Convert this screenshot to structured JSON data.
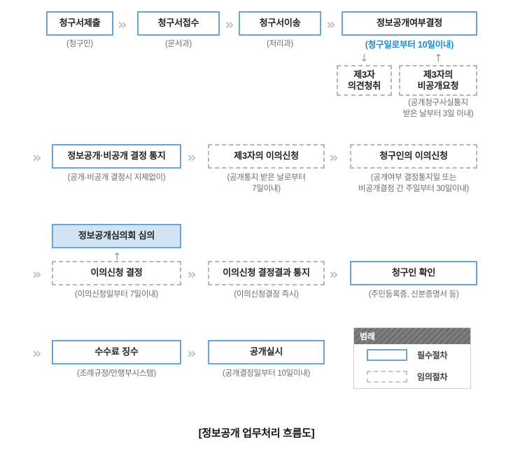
{
  "figure": {
    "title": "[정보공개 업무처리 흐름도]"
  },
  "colors": {
    "required_border": "#6aa5d4",
    "optional_border": "#b6b6b6",
    "highlight_fill": "#d2e4f3",
    "accent_text": "#1a8ad4",
    "caption_text": "#6d6d6d",
    "chevron": "#c3c3c3",
    "legend_header": "#6e6e6e"
  },
  "rows": [
    {
      "id": "row-1",
      "nodes": [
        {
          "label": "청구서제출",
          "caption": "(청구인)",
          "type": "required"
        },
        {
          "label": "청구서접수",
          "caption": "(문서과)",
          "type": "required"
        },
        {
          "label": "청구서이송",
          "caption": "(처리과)",
          "type": "required"
        },
        {
          "label": "정보공개여부결정",
          "caption": "(청구일로부터 10일이내)",
          "type": "required",
          "caption_style": "accent"
        }
      ]
    },
    {
      "id": "row-1-sub",
      "nodes": [
        {
          "label": "제3자\n의견청취",
          "caption": "",
          "type": "optional"
        },
        {
          "label": "제3자의\n비공개요청",
          "caption": "(공개청구사실통지\n받은 날부터 3일 이내)",
          "type": "optional"
        }
      ]
    },
    {
      "id": "row-2",
      "nodes": [
        {
          "label": "정보공개·비공개 결정 통지",
          "caption": "(공개·비공개 결정시 지체없이)",
          "type": "required"
        },
        {
          "label": "제3자의 이의신청",
          "caption": "(공개통지 받은 날로부터\n7일이내)",
          "type": "optional"
        },
        {
          "label": "청구인의 이의신청",
          "caption": "(공개여부 결정통지일 또는\n비공개결정 간 주일부터 30일이내)",
          "type": "optional"
        }
      ]
    },
    {
      "id": "row-3",
      "nodes": [
        {
          "label": "정보공개심의회 심의",
          "caption": "",
          "type": "highlight"
        }
      ]
    },
    {
      "id": "row-4",
      "nodes": [
        {
          "label": "이의신청 결정",
          "caption": "(이의신청일부터 7일이내)",
          "type": "optional"
        },
        {
          "label": "이의신청 결정결과 통지",
          "caption": "(이의신청결정 즉시)",
          "type": "optional"
        },
        {
          "label": "청구인 확인",
          "caption": "(주민등록증, 신분증명서 등)",
          "type": "required"
        }
      ]
    },
    {
      "id": "row-5",
      "nodes": [
        {
          "label": "수수료 징수",
          "caption": "(조례규정/안행부시스템)",
          "type": "required"
        },
        {
          "label": "공개실시",
          "caption": "(공개결정일부터 10일이내)",
          "type": "required"
        }
      ]
    }
  ],
  "connectors": {
    "chevron_glyph": "»",
    "arrow_down_glyph": "↓",
    "arrow_up_glyph": "↑"
  },
  "legend": {
    "header": "범례",
    "items": [
      {
        "label": "필수절차",
        "type": "required"
      },
      {
        "label": "임의절차",
        "type": "optional"
      }
    ]
  }
}
